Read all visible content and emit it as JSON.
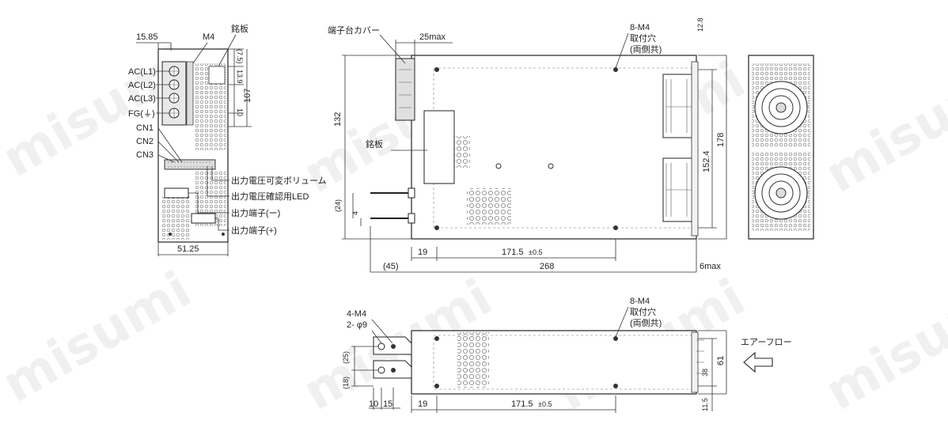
{
  "watermark": "misumi",
  "left_view": {
    "dim_top": "15.85",
    "dim_screw": "M4",
    "dim_nameplate": "銘板",
    "dim_7_5": "(7.5)",
    "dim_13_9": "13.9",
    "dim_10": "10",
    "dim_107": "107",
    "dim_bottom": "51.25",
    "terminals": [
      "AC(L1)",
      "AC(L2)",
      "AC(L3)",
      "FG(⏚)"
    ],
    "connectors": [
      "CN1",
      "CN2",
      "CN3"
    ],
    "callouts": [
      "出力電圧可変ボリューム",
      "出力電圧確認用LED",
      "出力端子(ー)",
      "出力端子(+)"
    ]
  },
  "front_view": {
    "cover_label": "端子台カバー",
    "dim_25max": "25max",
    "dim_8m4": "8-M4",
    "dim_mount": "取付穴",
    "dim_both": "(両側共)",
    "dim_132": "132",
    "nameplate": "銘板",
    "dim_24": "(24)",
    "dim_4": "4",
    "dim_19": "19",
    "dim_171_5": "171.5",
    "tol": "±0.5",
    "dim_45": "(45)",
    "dim_268": "268",
    "dim_6max": "6max",
    "dim_12_8": "12.8",
    "dim_152_4": "152.4",
    "dim_178": "178"
  },
  "bottom_view": {
    "dim_4m4": "4-M4",
    "dim_phi9": "2- φ9",
    "dim_25": "(25)",
    "dim_18": "(18)",
    "dim_10": "10",
    "dim_15": "15",
    "dim_19": "19",
    "dim_171_5": "171.5",
    "tol": "±0.5",
    "dim_8m4": "8-M4",
    "dim_mount": "取付穴",
    "dim_both": "(両側共)",
    "dim_38": "38",
    "dim_61": "61",
    "dim_11_5": "11.5",
    "airflow": "エアーフロー"
  }
}
